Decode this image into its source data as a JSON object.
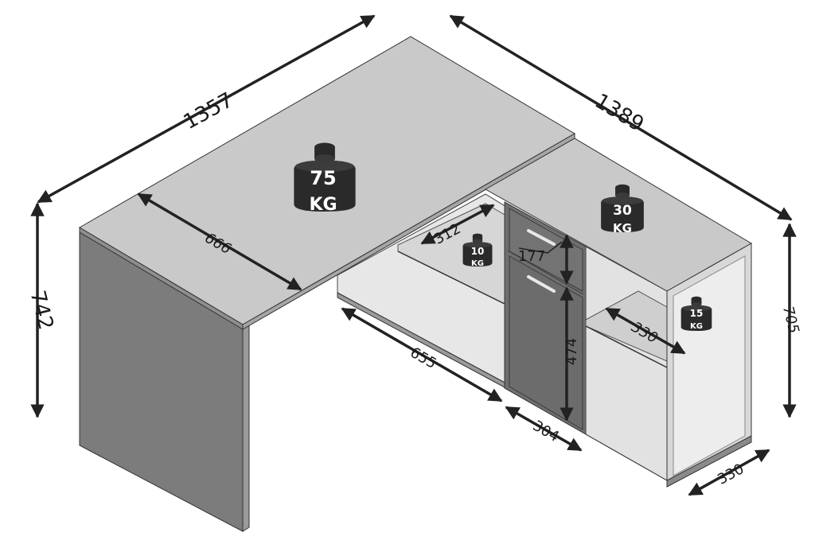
{
  "dimensions": {
    "top_width": "1357",
    "right_depth": "1389",
    "desk_height": "742",
    "cabinet_height": "705",
    "top_depth": "666",
    "upper_shelf_depth": "312",
    "drawer_height": "177",
    "door_height": "474",
    "open_width": "655",
    "door_width": "304",
    "shelf_depth": "330",
    "cabinet_depth": "330"
  },
  "weights": {
    "desk_top": {
      "value": "75",
      "unit": "KG"
    },
    "cabinet_top": {
      "value": "30",
      "unit": "KG"
    },
    "upper_shelf": {
      "value": "10",
      "unit": "KG"
    },
    "side_shelf": {
      "value": "15",
      "unit": "KG"
    }
  },
  "colors": {
    "panel_top": "#c8c8c8",
    "panel_side": "#8a8a8a",
    "panel_front": "#7a7a7a",
    "inner": "#e4e4e4",
    "line": "#333333",
    "weight": "#2a2a2a"
  }
}
